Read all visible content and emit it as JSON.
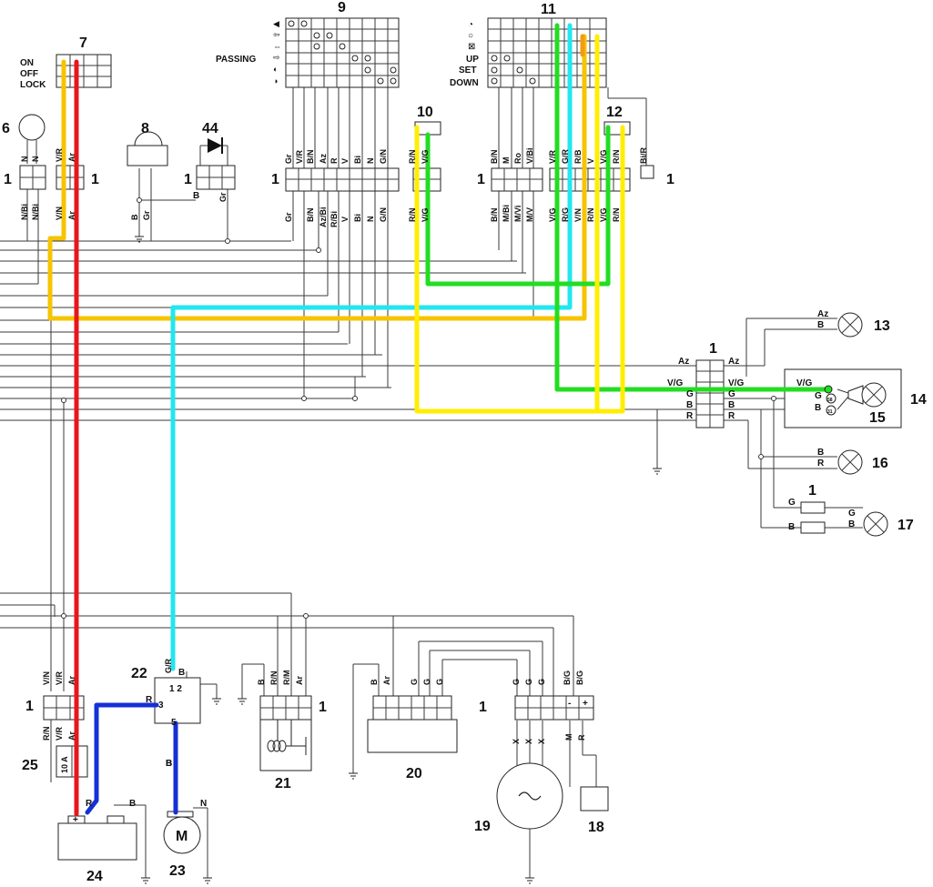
{
  "components": {
    "c1": "1",
    "c6": "6",
    "c7": "7",
    "c8": "8",
    "c9": "9",
    "c10": "10",
    "c11": "11",
    "c12": "12",
    "c13": "13",
    "c14": "14",
    "c15": "15",
    "c16": "16",
    "c17": "17",
    "c18": "18",
    "c19": "19",
    "c20": "20",
    "c21": "21",
    "c22": "22",
    "c23": "23",
    "c24": "24",
    "c25": "25",
    "c44": "44"
  },
  "switch7_positions": [
    "ON",
    "OFF",
    "LOCK"
  ],
  "switch9_label": "PASSING",
  "switch11_positions": [
    "UP",
    "SET",
    "DOWN"
  ],
  "fuse_label": "10 A",
  "motor_label": "M",
  "connector_6": {
    "top": [
      "N",
      "N"
    ],
    "bottom": [
      "N/Bi",
      "N/Bi"
    ]
  },
  "connector_7": {
    "top": [
      "V/R",
      "Ar"
    ],
    "bottom": [
      "V/N",
      "Ar"
    ]
  },
  "connector_8": [
    "B",
    "Gr"
  ],
  "connector_44": {
    "top": "B",
    "bottom": "Gr"
  },
  "connector_9": {
    "top": [
      "Gr",
      "V/R",
      "B/N",
      "Az",
      "R",
      "V",
      "Bi",
      "N",
      "G/N"
    ],
    "bottom": [
      "Gr",
      "B/N",
      "Az/Bi",
      "R/Bi",
      "V",
      "Bi",
      "N",
      "G/N"
    ]
  },
  "connector_10": {
    "top": [
      "R/N",
      "V/G"
    ],
    "bottom": [
      "R/N",
      "V/G"
    ]
  },
  "connector_11": {
    "top": [
      "B/N",
      "M",
      "Ro",
      "V/Bi"
    ],
    "bottom": [
      "B/N",
      "M/Bi",
      "M/Vi",
      "M/V"
    ]
  },
  "connector_12": {
    "top": [
      "V/R",
      "G/R",
      "R/B",
      "V",
      "V/G",
      "R/N"
    ],
    "bottom": [
      "V/G",
      "R/G",
      "V/N",
      "R/N",
      "V/G",
      "R/N"
    ],
    "aux": "Bi/R"
  },
  "connector_central": {
    "left": [
      "Az",
      "V/G",
      "G",
      "B",
      "R"
    ],
    "right": [
      "Az",
      "V/G",
      "G",
      "B",
      "R"
    ]
  },
  "lamp_13": [
    "Az",
    "B"
  ],
  "lamp_15": {
    "wire": "V/G",
    "pins": [
      "G",
      "B"
    ],
    "pin_codes": [
      "58",
      "31"
    ]
  },
  "lamp_16": [
    "B",
    "R"
  ],
  "lamp_17": {
    "left": [
      "G",
      "B"
    ],
    "right": [
      "G",
      "B"
    ]
  },
  "conn_25_top": [
    "V/N",
    "V/R",
    "Ar"
  ],
  "conn_25_bottom": [
    "R/N",
    "V/R",
    "Ar"
  ],
  "relay_22": {
    "top_wires": [
      "G/R",
      "B"
    ],
    "pins": [
      "1 2",
      "3",
      "5"
    ],
    "left_wire": "R",
    "bottom_wire": "B"
  },
  "conn_21": [
    "B",
    "R/N",
    "R/M",
    "Ar"
  ],
  "conn_20": [
    "B",
    "Ar",
    "G",
    "G",
    "G"
  ],
  "conn_19": {
    "top": [
      "G",
      "G",
      "G",
      "B/G",
      "B/G"
    ],
    "signs": [
      "-",
      "+"
    ],
    "bottom": [
      "X",
      "X",
      "X",
      "M",
      "R"
    ]
  },
  "battery_24": {
    "wires": [
      "R",
      "B"
    ],
    "terminal": "+"
  },
  "motor_23": {
    "wires": [
      "B",
      "N"
    ]
  },
  "colors": {
    "red": "#e8161c",
    "blue": "#1530d6",
    "cyan": "#22e6f0",
    "yellow": "#ffee00",
    "gold": "#f6c400",
    "orange": "#f39c12",
    "green": "#22dd22"
  }
}
